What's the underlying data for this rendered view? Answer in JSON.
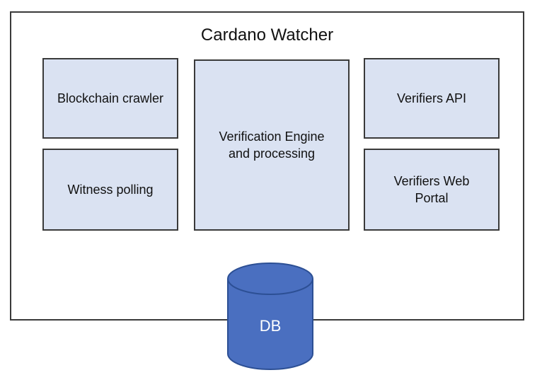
{
  "title": "Cardano Watcher",
  "components": {
    "blockchain_crawler": "Blockchain crawler",
    "witness_polling": "Witness polling",
    "verification_engine": "Verification Engine\nand processing",
    "verifiers_api": "Verifiers API",
    "verifiers_web_portal": "Verifiers Web\nPortal"
  },
  "database": {
    "label": "DB"
  },
  "colors": {
    "box_fill": "#dae2f2",
    "box_border": "#3a3a3a",
    "db_fill": "#4a6fc0",
    "db_border": "#2c4f94"
  }
}
